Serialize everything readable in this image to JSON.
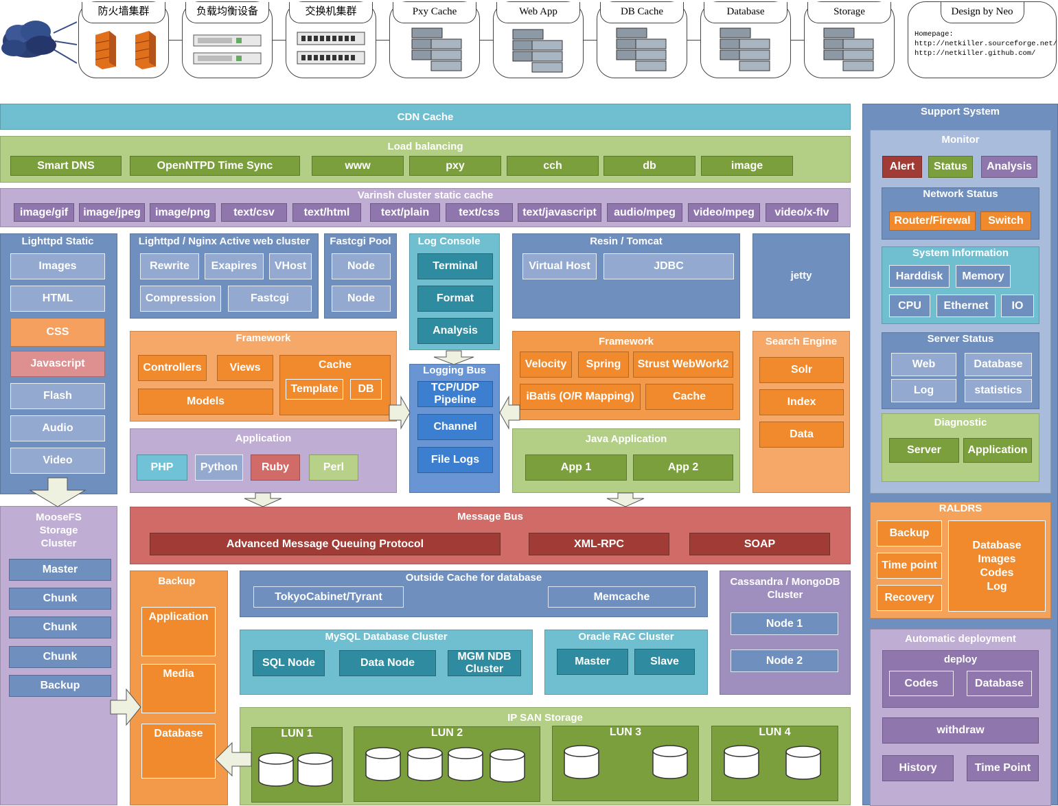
{
  "top_row": {
    "firewall": "防火墙集群",
    "loadbalancer": "负载均衡设备",
    "switch": "交换机集群",
    "pxy_cache": "Pxy Cache",
    "web_app": "Web App",
    "db_cache": "DB Cache",
    "database": "Database",
    "storage": "Storage",
    "design_title": "Design by Neo",
    "homepage_label": "Homepage:",
    "homepage_url1": "http://netkiller.sourceforge.net/",
    "homepage_url2": "http://netkiller.github.com/"
  },
  "cdn": "CDN Cache",
  "load_balancing": {
    "title": "Load balancing",
    "items": [
      "Smart DNS",
      "OpenNTPD Time Sync",
      "www",
      "pxy",
      "cch",
      "db",
      "image"
    ]
  },
  "varnish": {
    "title": "Varinsh cluster static  cache",
    "items": [
      "image/gif",
      "image/jpeg",
      "image/png",
      "text/csv",
      "text/html",
      "text/plain",
      "text/css",
      "text/javascript",
      "audio/mpeg",
      "video/mpeg",
      "video/x-flv"
    ]
  },
  "lighttpd_static": {
    "title": "Lighttpd Static",
    "items": [
      "Images",
      "HTML",
      "CSS",
      "Javascript",
      "Flash",
      "Audio",
      "Video"
    ]
  },
  "active_web": {
    "title": "Lighttpd / Nginx Active web cluster",
    "items": [
      "Rewrite",
      "Exapires",
      "VHost",
      "Compression",
      "Fastcgi"
    ]
  },
  "fastcgi_pool": {
    "title": "Fastcgi Pool",
    "items": [
      "Node",
      "Node"
    ]
  },
  "log_console": {
    "title": "Log Console",
    "items": [
      "Terminal",
      "Format",
      "Analysis"
    ]
  },
  "resin": {
    "title": "Resin / Tomcat",
    "items": [
      "Virtual Host",
      "JDBC"
    ]
  },
  "jetty": "jetty",
  "framework_php": {
    "title": "Framework",
    "controllers": "Controllers",
    "views": "Views",
    "models": "Models",
    "cache": "Cache",
    "template": "Template",
    "db": "DB"
  },
  "logging_bus": {
    "title": "Logging Bus",
    "items": [
      "TCP/UDP Pipeline",
      "Channel",
      "File Logs"
    ]
  },
  "framework_java": {
    "title": "Framework",
    "items": [
      "Velocity",
      "Spring",
      "Strust WebWork2",
      "iBatis (O/R Mapping)",
      "Cache"
    ]
  },
  "search_engine": {
    "title": "Search Engine",
    "items": [
      "Solr",
      "Index",
      "Data"
    ]
  },
  "application": {
    "title": "Application",
    "items": [
      "PHP",
      "Python",
      "Ruby",
      "Perl"
    ]
  },
  "java_app": {
    "title": "Java Application",
    "items": [
      "App 1",
      "App 2"
    ]
  },
  "moosefs": {
    "title": "MooseFS Storage Cluster",
    "items": [
      "Master",
      "Chunk",
      "Chunk",
      "Chunk",
      "Backup"
    ]
  },
  "message_bus": {
    "title": "Message Bus",
    "items": [
      "Advanced Message Queuing Protocol",
      "XML-RPC",
      "SOAP"
    ]
  },
  "backup": {
    "title": "Backup",
    "items": [
      "Application",
      "Media",
      "Database"
    ]
  },
  "outside_cache": {
    "title": "Outside Cache for database",
    "items": [
      "TokyoCabinet/Tyrant",
      "Memcache"
    ]
  },
  "cassandra": {
    "title": "Cassandra / MongoDB Cluster",
    "items": [
      "Node 1",
      "Node 2"
    ]
  },
  "mysql": {
    "title": "MySQL Database Cluster",
    "items": [
      "SQL Node",
      "Data Node",
      "MGM NDB Cluster"
    ]
  },
  "oracle": {
    "title": "Oracle  RAC Cluster",
    "items": [
      "Master",
      "Slave"
    ]
  },
  "san": {
    "title": "IP SAN Storage",
    "luns": [
      "LUN 1",
      "LUN 2",
      "LUN 3",
      "LUN 4"
    ]
  },
  "support": {
    "title": "Support System",
    "monitor": {
      "title": "Monitor",
      "items": [
        "Alert",
        "Status",
        "Analysis"
      ]
    },
    "network": {
      "title": "Network Status",
      "items": [
        "Router/Firewal",
        "Switch"
      ]
    },
    "sysinfo": {
      "title": "System Information",
      "items": [
        "Harddisk",
        "Memory",
        "CPU",
        "Ethernet",
        "IO"
      ]
    },
    "server_status": {
      "title": "Server Status",
      "items": [
        "Web",
        "Database",
        "Log",
        "statistics"
      ]
    },
    "diagnostic": {
      "title": "Diagnostic",
      "items": [
        "Server",
        "Application"
      ]
    }
  },
  "raldrs": {
    "title": "RALDRS",
    "items": [
      "Backup",
      "Time point",
      "Recovery"
    ],
    "content": [
      "Database",
      "Images",
      "Codes",
      "Log"
    ]
  },
  "auto_deploy": {
    "title": "Automatic deployment",
    "deploy": "deploy",
    "deploy_items": [
      "Codes",
      "Database"
    ],
    "withdraw": "withdraw",
    "items": [
      "History",
      "Time Point"
    ]
  }
}
